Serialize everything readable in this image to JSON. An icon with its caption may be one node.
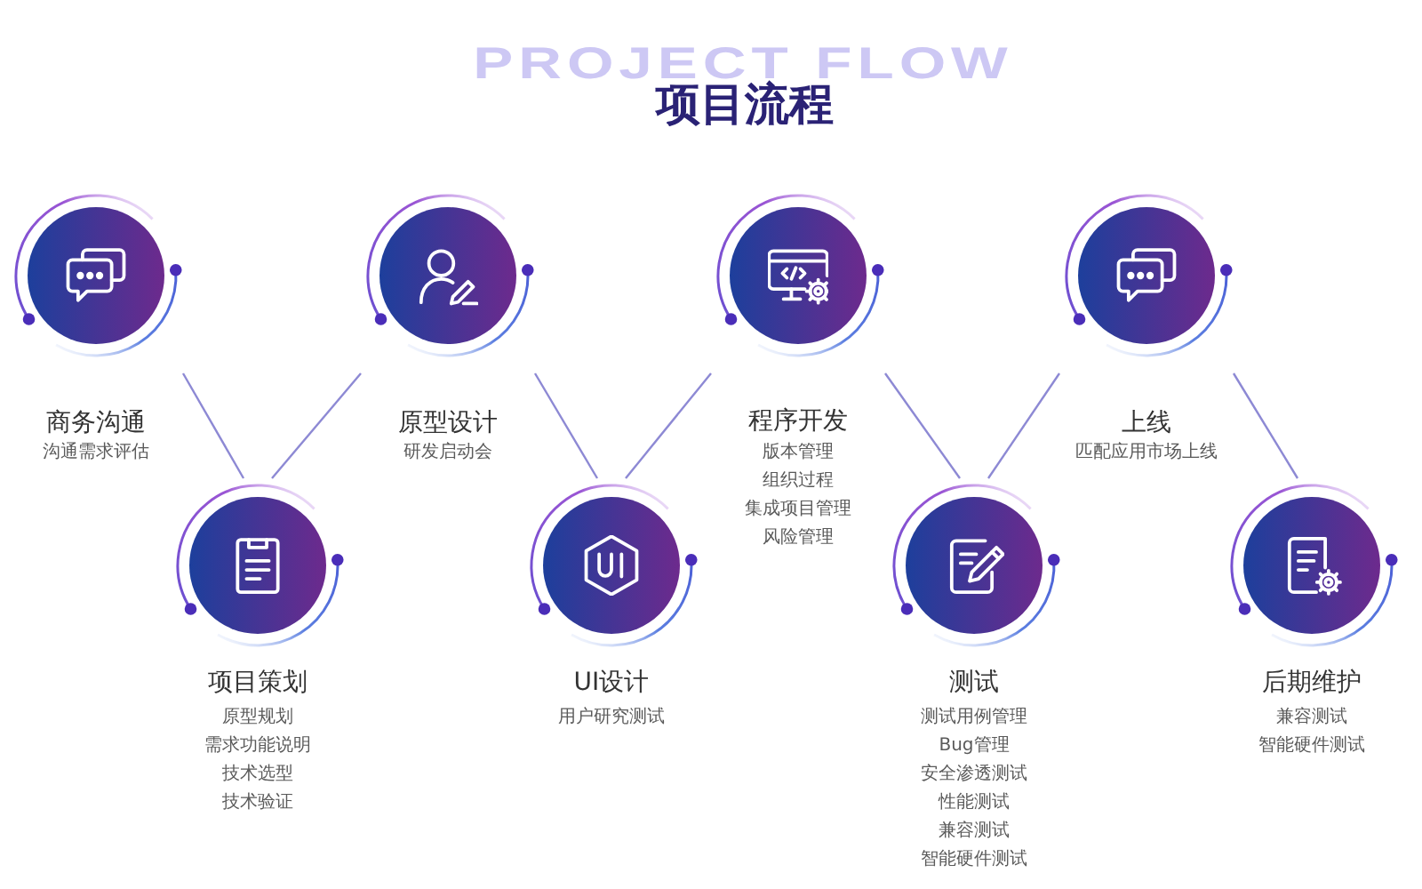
{
  "diagram": {
    "title": "项目流程",
    "nodes": [
      {
        "text": [
          "商务沟通"
        ]
      },
      {
        "text": [
          "项目策划"
        ],
        "beside": [
          "原型规划",
          "需求功能说明",
          "技术选型",
          "技术验证"
        ]
      },
      {
        "text": [
          "原型设计"
        ]
      },
      {
        "text": [
          "UI设计"
        ],
        "beside": [
          "用户研究测试"
        ]
      },
      {
        "text": [
          "程序开发"
        ],
        "beside": [
          "版本管理",
          "组织过程",
          "集成项目管理",
          "风险管理"
        ]
      },
      {
        "text": [
          "测试"
        ],
        "beside": [
          "测试用例管理",
          "Bug管理",
          "安全渗透测试",
          "性能测试",
          "兼容测试",
          "智能硬件测试"
        ]
      },
      {
        "text": [
          "上线"
        ]
      },
      {
        "text": [
          "后期维护"
        ],
        "beside": [
          "兼容测试",
          "智能硬件测试"
        ]
      }
    ],
    "edges": [
      {
        "from": 0,
        "to": 1,
        "arrow": "none"
      },
      {
        "from": 1,
        "to": 2,
        "arrow": "none"
      },
      {
        "from": 2,
        "to": 3,
        "arrow": "none"
      },
      {
        "from": 3,
        "to": 4,
        "arrow": "none"
      },
      {
        "from": 4,
        "to": 5,
        "arrow": "none"
      },
      {
        "from": 5,
        "to": 6,
        "arrow": "none"
      },
      {
        "from": 6,
        "to": 7,
        "arrow": "none"
      }
    ],
    "labels": [
      "PROJECT FLOW",
      "沟通需求评估",
      "研发启动会",
      "匹配应用市场上线"
    ]
  }
}
